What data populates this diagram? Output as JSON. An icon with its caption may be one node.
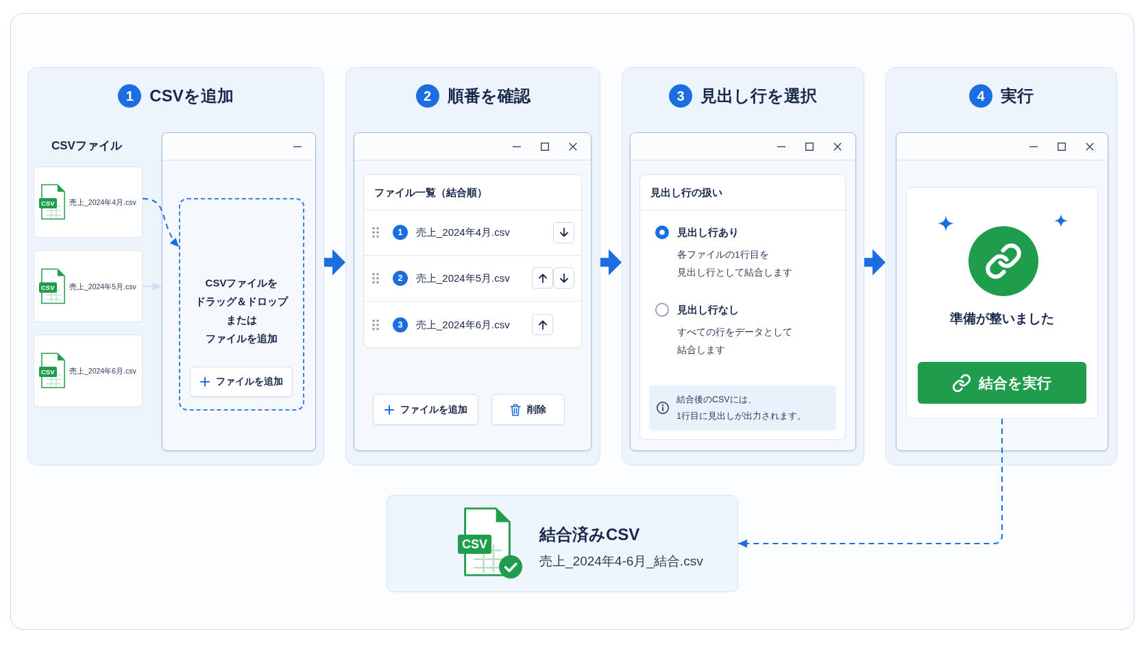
{
  "diagram": {
    "nodes": [
      {
        "text": [
          "1",
          "CSVを追加"
        ]
      },
      {
        "text": [
          "CSV",
          "売上_2024年4月.csv"
        ],
        "in": 0
      },
      {
        "text": [
          "CSV",
          "売上_2024年5月.csv"
        ],
        "in": 0
      },
      {
        "text": [
          "CSV",
          "売上_2024年6月.csv"
        ],
        "in": 0
      },
      {
        "text": [],
        "shape": "window",
        "in": 0
      },
      {
        "text": [
          "CSVファイルをドラッグ＆ドロップまたはファイルを追加"
        ],
        "in": 4
      },
      {
        "text": [
          "ファイルを追加"
        ],
        "in": 5
      },
      {
        "text": [
          "2",
          "順番を確認"
        ]
      },
      {
        "text": [],
        "shape": "window",
        "in": 7
      },
      {
        "text": [
          "ファイル一覧（結合順）"
        ],
        "in": 8
      },
      {
        "text": [
          "1",
          "売上_2024年4月.csv"
        ],
        "in": 9
      },
      {
        "text": [
          "2",
          "売上_2024年5月.csv"
        ],
        "in": 9
      },
      {
        "text": [
          "3",
          "売上_2024年6月.csv"
        ],
        "in": 9
      },
      {
        "text": [
          "ファイルを追加"
        ],
        "in": 8
      },
      {
        "text": [
          "削除"
        ],
        "in": 8
      },
      {
        "text": [
          "3",
          "見出し行を選択"
        ]
      },
      {
        "text": [],
        "shape": "window",
        "in": 15
      },
      {
        "text": [
          "見出し行の扱い",
          "見出し行あり",
          "各ファイルの1行目を見出し行として結合します",
          "見出し行なし",
          "すべての行をデータとして結合します"
        ],
        "in": 16
      },
      {
        "text": [
          "結合後のCSVには、1行目に見出しが出力されます。"
        ],
        "in": 17
      },
      {
        "text": [
          "4",
          "実行"
        ]
      },
      {
        "text": [],
        "shape": "window",
        "in": 19
      },
      {
        "text": [
          "準備が整いました"
        ],
        "in": 20
      },
      {
        "text": [
          "結合を実行"
        ],
        "in": 21
      },
      {
        "text": [
          "CSV",
          "結合済みCSV",
          "売上_2024年4-6月_結合.csv"
        ]
      }
    ],
    "edges": [
      {
        "from": 1,
        "to": 5,
        "arrow": "to",
        "style": "dashed"
      },
      {
        "from": 2,
        "to": 4,
        "arrow": "to",
        "color": "#cfe0f4"
      },
      {
        "from": 0,
        "to": 7,
        "arrow": "to",
        "style": "thick"
      },
      {
        "from": 7,
        "to": 15,
        "arrow": "to",
        "style": "thick"
      },
      {
        "from": 15,
        "to": 19,
        "arrow": "to",
        "style": "thick"
      },
      {
        "from": 21,
        "to": 23,
        "arrow": "to",
        "style": "dashed"
      }
    ],
    "labels": [
      "CSVファイル"
    ]
  }
}
